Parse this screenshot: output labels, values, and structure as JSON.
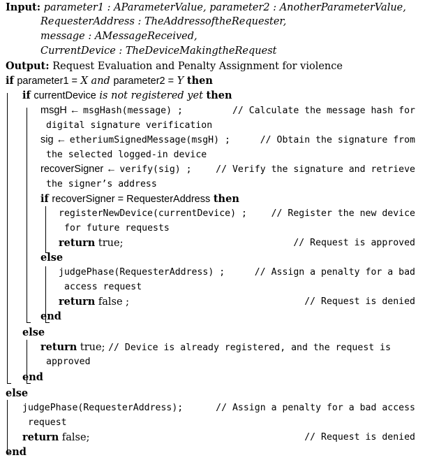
{
  "input": {
    "keyword": "Input:",
    "l1": "parameter1 : AParameterValue, parameter2 : AnotherParameterValue,",
    "l2": "RequesterAddress : TheAddressoftheRequester,",
    "l3": "message : AMessageReceived,",
    "l4": "CurrentDevice : TheDeviceMakingtheRequest"
  },
  "output": {
    "keyword": "Output:",
    "text": "Request Evaluation and Penalty Assignment for violence"
  },
  "kw": {
    "if": "if",
    "then": "then",
    "else": "else",
    "end": "end",
    "return": "return"
  },
  "line_if1": {
    "a": "parameter1 =",
    "b": "X and",
    "c": "parameter2 =",
    "d": "Y"
  },
  "line_if2": {
    "a": "currentDevice",
    "b": "is not registered yet"
  },
  "s1": {
    "lhs": "msgH ←",
    "code": "msgHash(message) ;",
    "c1": "// Calculate the message hash for",
    "c2": "digital signature verification"
  },
  "s2": {
    "lhs": "sig ←",
    "code": "etheriumSignedMessage(msgH) ;",
    "c1": "// Obtain the signature from",
    "c2": "the selected logged-in device"
  },
  "s3": {
    "lhs": "recoverSigner ←",
    "code": "verify(sig) ;",
    "c1": "// Verify the signature and retrieve",
    "c2": "the signer’s address"
  },
  "line_if3": "recoverSigner = RequesterAddress",
  "s4": {
    "code": "registerNewDevice(currentDevice) ;",
    "c1": "// Register the new device",
    "c2": "for future requests"
  },
  "r1": {
    "val": "true;",
    "comment": "// Request is approved"
  },
  "s5": {
    "code": "judgePhase(RequesterAddress) ;",
    "c1": "// Assign a penalty for a bad",
    "c2": "access request"
  },
  "r2": {
    "val": "false ;",
    "comment": "// Request is denied"
  },
  "r3": {
    "val": "true;",
    "c1": "// Device is already registered, and the request is",
    "c2": "approved"
  },
  "s6": {
    "code": "judgePhase(RequesterAddress);",
    "c1": "// Assign a penalty for a bad access",
    "c2": "request"
  },
  "r4": {
    "val": "false;",
    "comment": "// Request is denied"
  }
}
